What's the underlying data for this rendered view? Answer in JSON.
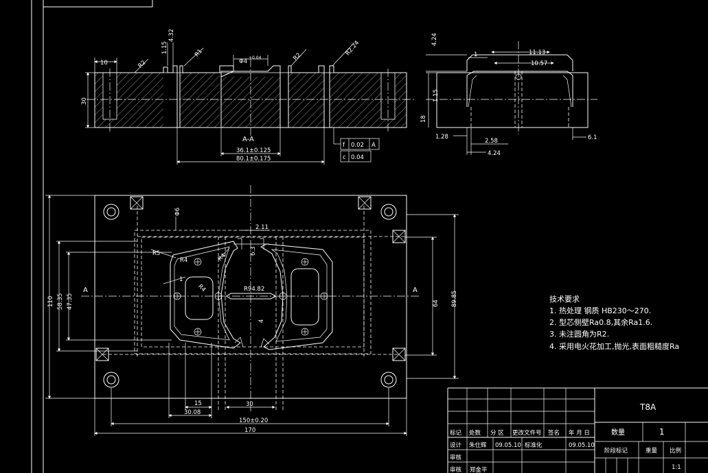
{
  "section_view": {
    "label": "A-A",
    "dims": {
      "w10": "10",
      "h30": "30",
      "d115": "1.15",
      "d432": "4.32",
      "r1": "R1",
      "dia4": "Φ4",
      "dia4_tol": "+0.04",
      "r2a": "R2",
      "r2b": "R2",
      "r224": "R2.24",
      "d361": "36.1±0.125",
      "d801": "80.1±0.175"
    },
    "tolerance_frames": [
      {
        "symbol": "f",
        "value": "0.02",
        "datum": "A"
      },
      {
        "symbol": "c",
        "value": "0.04",
        "datum": ""
      }
    ]
  },
  "side_view": {
    "dims": {
      "d424_top": "4.24",
      "d1": "1",
      "d1113": "11.13",
      "d1057": "10.57",
      "d115": "1.15",
      "d18": "18",
      "d128": "1.28",
      "d258": "2.58",
      "d424_bot": "4.24",
      "d61": "6.1"
    }
  },
  "plan_view": {
    "section_mark": "A",
    "dims": {
      "dia6": "Φ6",
      "d211": "2.11",
      "d63": "6.3",
      "r5": "R5",
      "r4a": "R4",
      "r4b": "R4",
      "r4c": "R4",
      "d1": "1",
      "r948": "R94.82",
      "d4": "4",
      "d110": "110",
      "d5835": "58.35",
      "d4735": "47.35",
      "d64": "64",
      "d8985": "89.85",
      "d15": "15",
      "d3008": "30.08",
      "d30": "30",
      "d150": "150±0.20",
      "d170": "170"
    }
  },
  "notes": {
    "title": "技术要求",
    "items": [
      "1. 热处理 钢质 HB230～270.",
      "2. 型芯侧壁Ra0.8,其余Ra1.6.",
      "3. 未注圆角为R2.",
      "4. 采用电火花加工,抛光,表面粗糙度Ra"
    ]
  },
  "title_block": {
    "material": "T8A",
    "qty_label": "数量",
    "qty_value": "1",
    "mark_label": "阶段标记",
    "weight_label": "重量",
    "scale_label": "比例",
    "scale_value": "1:1",
    "headers": [
      "标记",
      "处数",
      "分 区",
      "更改文件号",
      "签名",
      "年 月 日"
    ],
    "design_label": "设计",
    "designer": "朱仕辉",
    "design_date": "09.05.10",
    "std_label": "标准化",
    "std_date": "09.05.10",
    "check_label": "审核",
    "approve_label": "审核",
    "approver": "郑金平"
  }
}
